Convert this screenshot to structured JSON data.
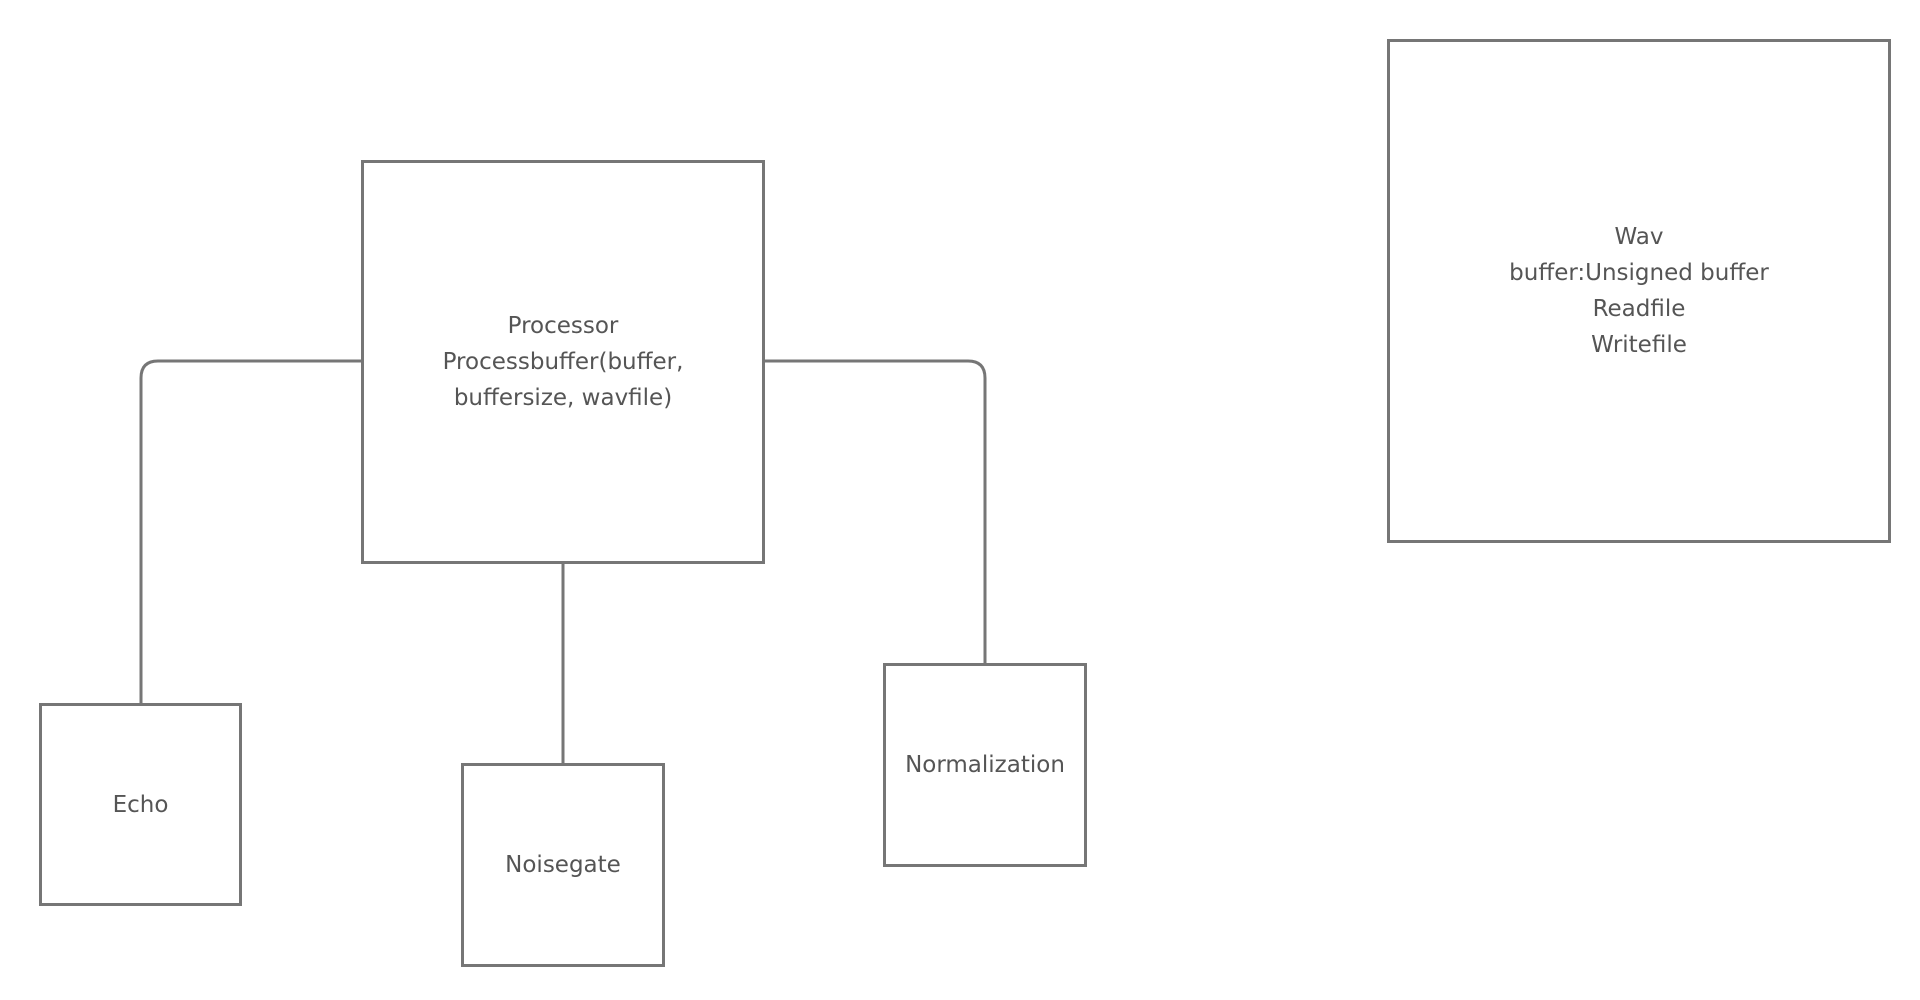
{
  "diagram": {
    "colors": {
      "stroke": "#767676",
      "text": "#555555",
      "background": "#ffffff"
    },
    "nodes": {
      "processor": {
        "lines": [
          "Processor",
          "Processbuffer(buffer,",
          "buffersize, wavfile)"
        ]
      },
      "wav": {
        "lines": [
          "Wav",
          "buffer:Unsigned buffer",
          "Readfile",
          "Writefile"
        ]
      },
      "echo": {
        "lines": [
          "Echo"
        ]
      },
      "noisegate": {
        "lines": [
          "Noisegate"
        ]
      },
      "normalization": {
        "lines": [
          "Normalization"
        ]
      }
    },
    "edges": [
      {
        "from": "processor",
        "to": "echo"
      },
      {
        "from": "processor",
        "to": "noisegate"
      },
      {
        "from": "processor",
        "to": "normalization"
      }
    ]
  }
}
